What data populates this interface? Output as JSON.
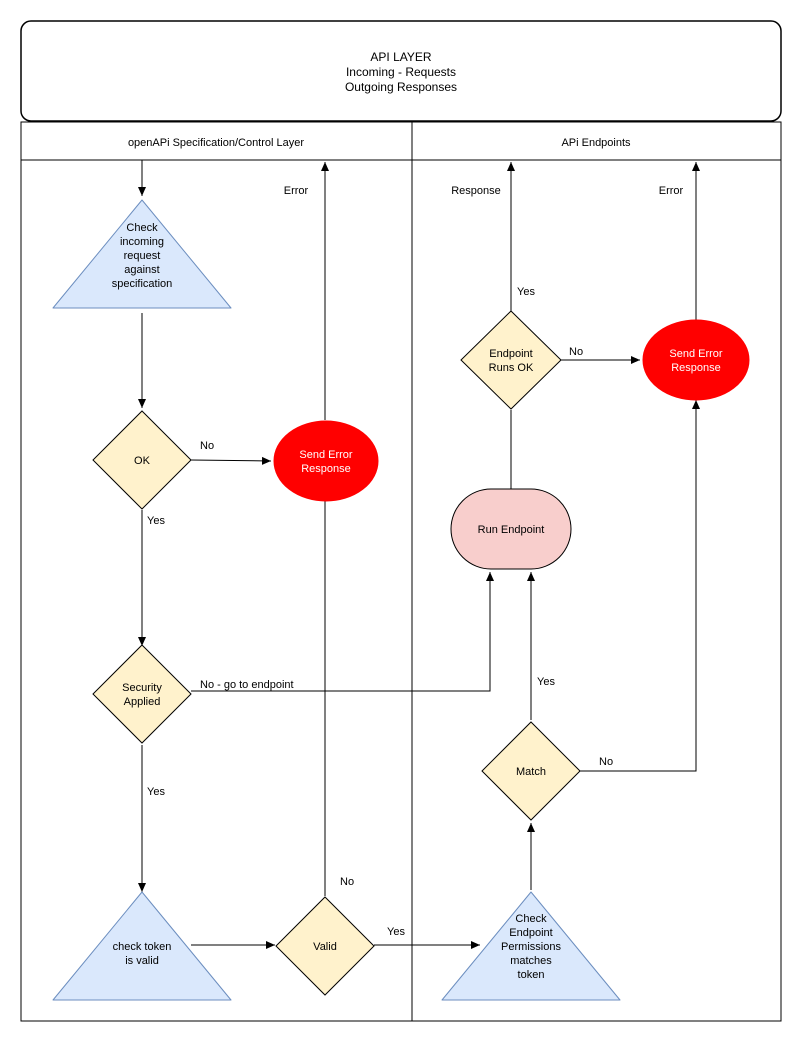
{
  "header": {
    "lines": [
      "API LAYER",
      "Incoming - Requests",
      "Outgoing Responses"
    ]
  },
  "lanes": {
    "left": "openAPi Specification/Control Layer",
    "right": "APi Endpoints"
  },
  "nodes": {
    "check_request": [
      "Check",
      "incoming",
      "request",
      "against",
      "specification"
    ],
    "ok": "OK",
    "send_error_left": [
      "Send Error",
      "Response"
    ],
    "security": [
      "Security",
      "Applied"
    ],
    "check_token": [
      "check token",
      "is valid"
    ],
    "valid": "Valid",
    "check_endpoint": [
      "Check",
      "Endpoint",
      "Permissions",
      "matches",
      "token"
    ],
    "match": "Match",
    "run_endpoint": "Run Endpoint",
    "endpoint_runs_ok": [
      "Endpoint",
      "Runs OK"
    ],
    "send_error_right": [
      "Send Error",
      "Response"
    ]
  },
  "edge_labels": {
    "error_left": "Error",
    "no_ok": "No",
    "yes_ok": "Yes",
    "no_security": "No - go to endpoint",
    "yes_security": "Yes",
    "no_valid": "No",
    "yes_valid": "Yes",
    "yes_match": "Yes",
    "no_match": "No",
    "response": "Response",
    "yes_runs_ok": "Yes",
    "no_runs_ok": "No",
    "error_right": "Error"
  },
  "colors": {
    "triangle_fill": "#dae8fc",
    "triangle_stroke": "#6c8ebf",
    "diamond_fill": "#fff2cc",
    "diamond_stroke": "#000000",
    "error_fill": "#ff0000",
    "run_fill": "#f8cecc"
  }
}
